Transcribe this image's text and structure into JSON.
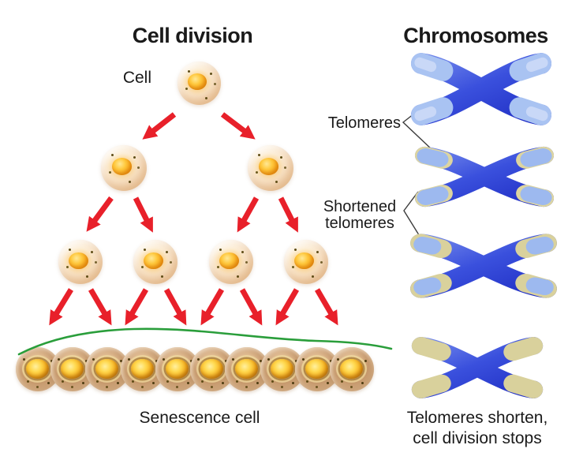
{
  "background": "#ffffff",
  "left_panel": {
    "title": "Cell division",
    "cell_label": "Cell",
    "caption": "Senescence cell",
    "generation_counts": [
      1,
      2,
      4
    ],
    "senescence_cell_count": 10,
    "arrow_color": "#e8202a",
    "senescence_line_color": "#2a9e3b"
  },
  "right_panel": {
    "title": "Chromosomes",
    "telomeres_label": "Telomeres",
    "shortened_label_line1": "Shortened",
    "shortened_label_line2": "telomeres",
    "caption_line1": "Telomeres shorten,",
    "caption_line2": "cell division stops",
    "chromosomes": [
      {
        "name": "chromosome-1",
        "telomere_state": "long"
      },
      {
        "name": "chromosome-2",
        "telomere_state": "shortened"
      },
      {
        "name": "chromosome-3",
        "telomere_state": "shortened-more"
      },
      {
        "name": "chromosome-4",
        "telomere_state": "depleted"
      }
    ],
    "chromosome_body_color": "#3a4fd8",
    "telomere_tip_color": "#a9c3f2",
    "depleted_telomere_color": "#d9d19c"
  },
  "text_color": "#1a1a1a"
}
